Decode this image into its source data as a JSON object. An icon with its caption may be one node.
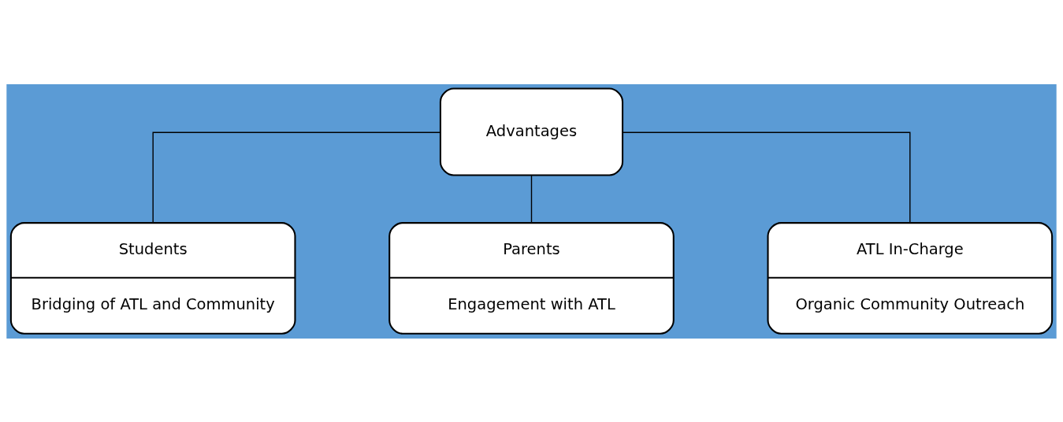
{
  "diagram": {
    "nodes": [
      {
        "text": [
          "Advantages"
        ]
      },
      {
        "text": [
          "Students",
          "Bridging of ATL and Community"
        ]
      },
      {
        "text": [
          "Parents",
          "Engagement with ATL"
        ]
      },
      {
        "text": [
          "ATL In-Charge",
          "Organic Community Outreach"
        ]
      }
    ],
    "edges": [
      {
        "from": 0,
        "to": 1,
        "arrow": "none"
      },
      {
        "from": 0,
        "to": 2,
        "arrow": "none"
      },
      {
        "from": 0,
        "to": 3,
        "arrow": "none"
      }
    ]
  }
}
